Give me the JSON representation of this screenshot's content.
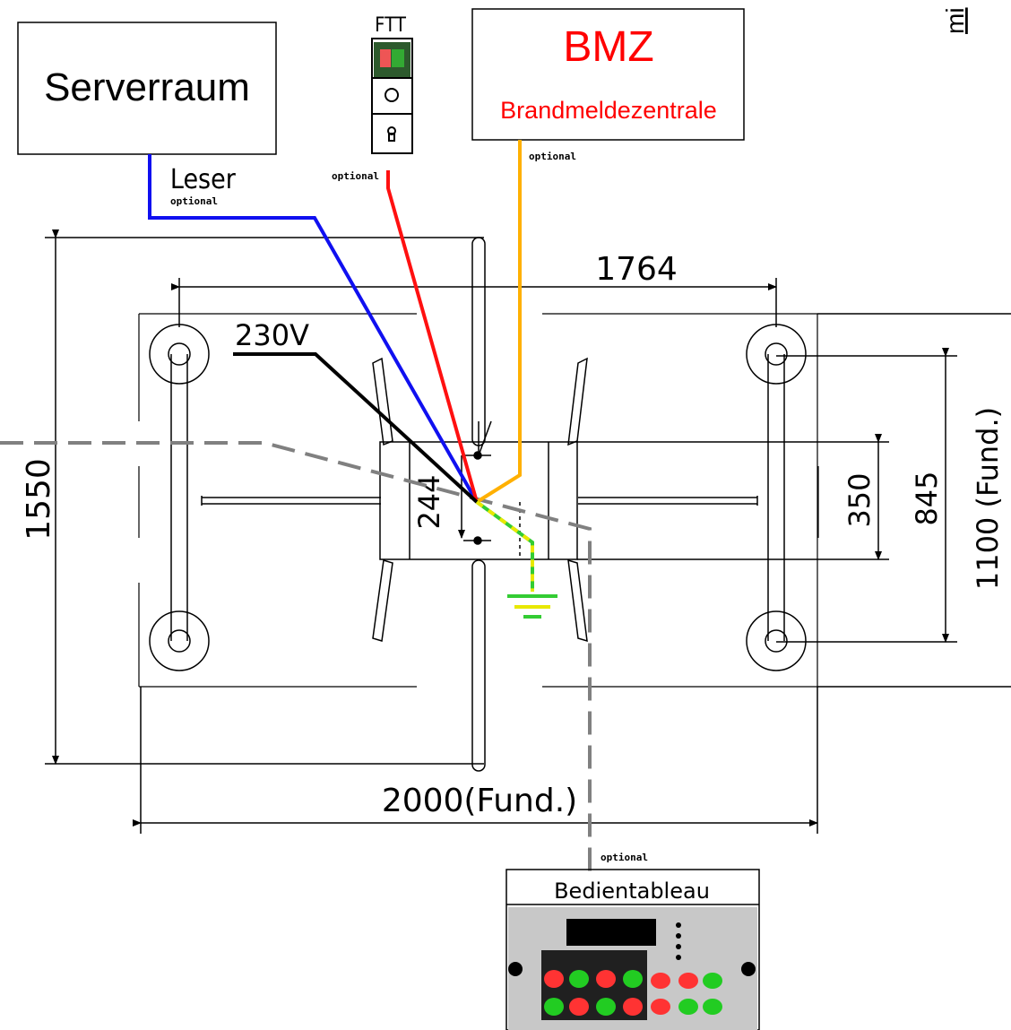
{
  "boxes": {
    "serverraum": {
      "label": "Serverraum"
    },
    "bmz": {
      "title": "BMZ",
      "subtitle": "Brandmeldezentrale",
      "note": "optional"
    },
    "ftt": {
      "label": "FTT",
      "note": "optional"
    },
    "bedientableau": {
      "label": "Bedientableau",
      "note": "optional"
    }
  },
  "cables": {
    "leser": {
      "label": "Leser",
      "note": "optional",
      "color": "#1010f0"
    },
    "power": {
      "label": "230V",
      "color": "#000000"
    },
    "ftt": {
      "color": "#ff1010"
    },
    "bmz": {
      "color": "#ffb000"
    },
    "ground": {
      "color": "#33cc33",
      "color2": "#e8e800"
    },
    "tableau": {
      "color": "#808080"
    }
  },
  "dimensions": {
    "top_width": "1764",
    "left_height": "1550",
    "bottom_width": "2000(Fund.)",
    "right_inner": "350",
    "right_middle": "845",
    "right_outer": "1100 (Fund.)",
    "center": "244"
  },
  "edge_text": "mi",
  "colors": {
    "bmz_red": "#ff0000",
    "line": "#000000"
  }
}
